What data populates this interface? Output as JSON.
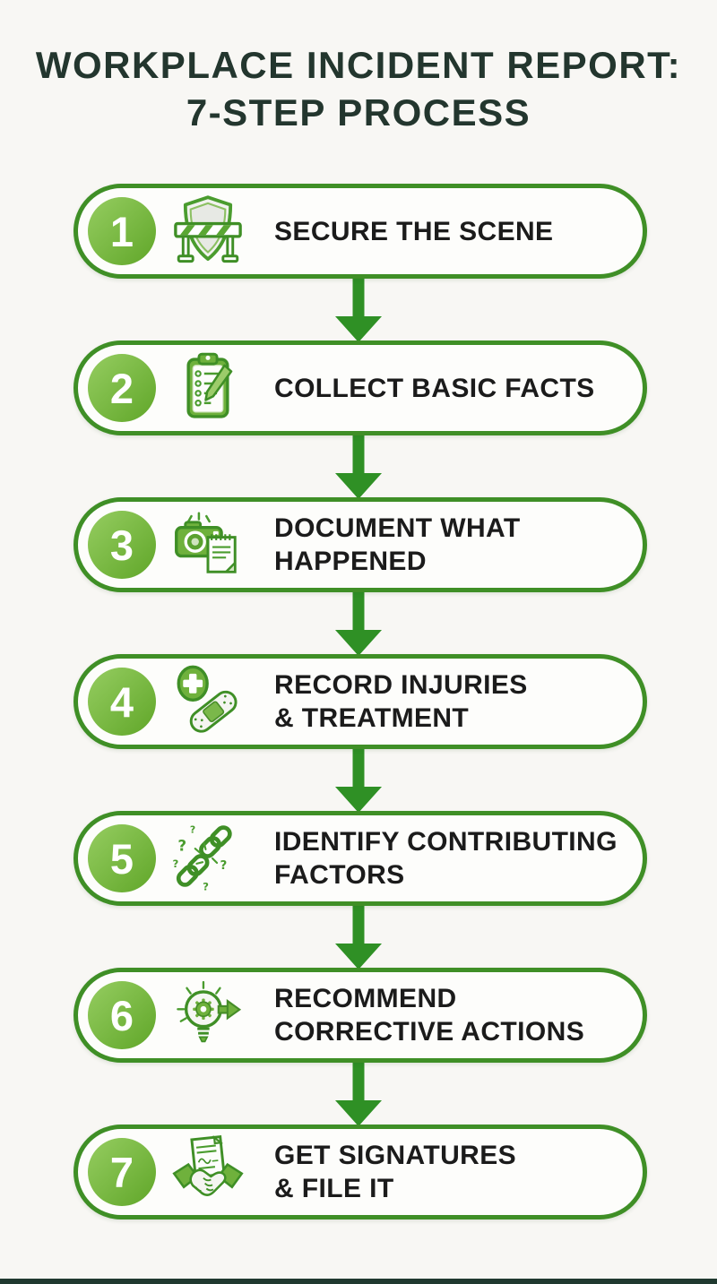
{
  "header": {
    "title_line1": "WORKPLACE INCIDENT REPORT:",
    "title_line2": "7-STEP PROCESS"
  },
  "colors": {
    "background": "#f8f7f4",
    "title_color": "#23362e",
    "pill_border_green": "#3f8f26",
    "badge_green": "#72b53e",
    "arrow_green": "#2f9025",
    "step_text_color": "#1b1b1b",
    "footer_bar": "#20392f"
  },
  "steps": [
    {
      "number": "1",
      "icon": "barricade-shield-icon",
      "lines": [
        "SECURE THE SCENE"
      ]
    },
    {
      "number": "2",
      "icon": "clipboard-checklist-icon",
      "lines": [
        "COLLECT BASIC FACTS"
      ]
    },
    {
      "number": "3",
      "icon": "camera-notepad-icon",
      "lines": [
        "DOCUMENT WHAT",
        "HAPPENED"
      ]
    },
    {
      "number": "4",
      "icon": "medical-bandage-icon",
      "lines": [
        "RECORD INJURIES",
        "& TREATMENT"
      ]
    },
    {
      "number": "5",
      "icon": "broken-chain-icon",
      "lines": [
        "IDENTIFY CONTRIBUTING",
        "FACTORS"
      ]
    },
    {
      "number": "6",
      "icon": "idea-gear-arrow-icon",
      "lines": [
        "RECOMMEND",
        "CORRECTIVE ACTIONS"
      ]
    },
    {
      "number": "7",
      "icon": "handshake-document-icon",
      "lines": [
        "GET SIGNATURES",
        "& FILE IT"
      ]
    }
  ]
}
